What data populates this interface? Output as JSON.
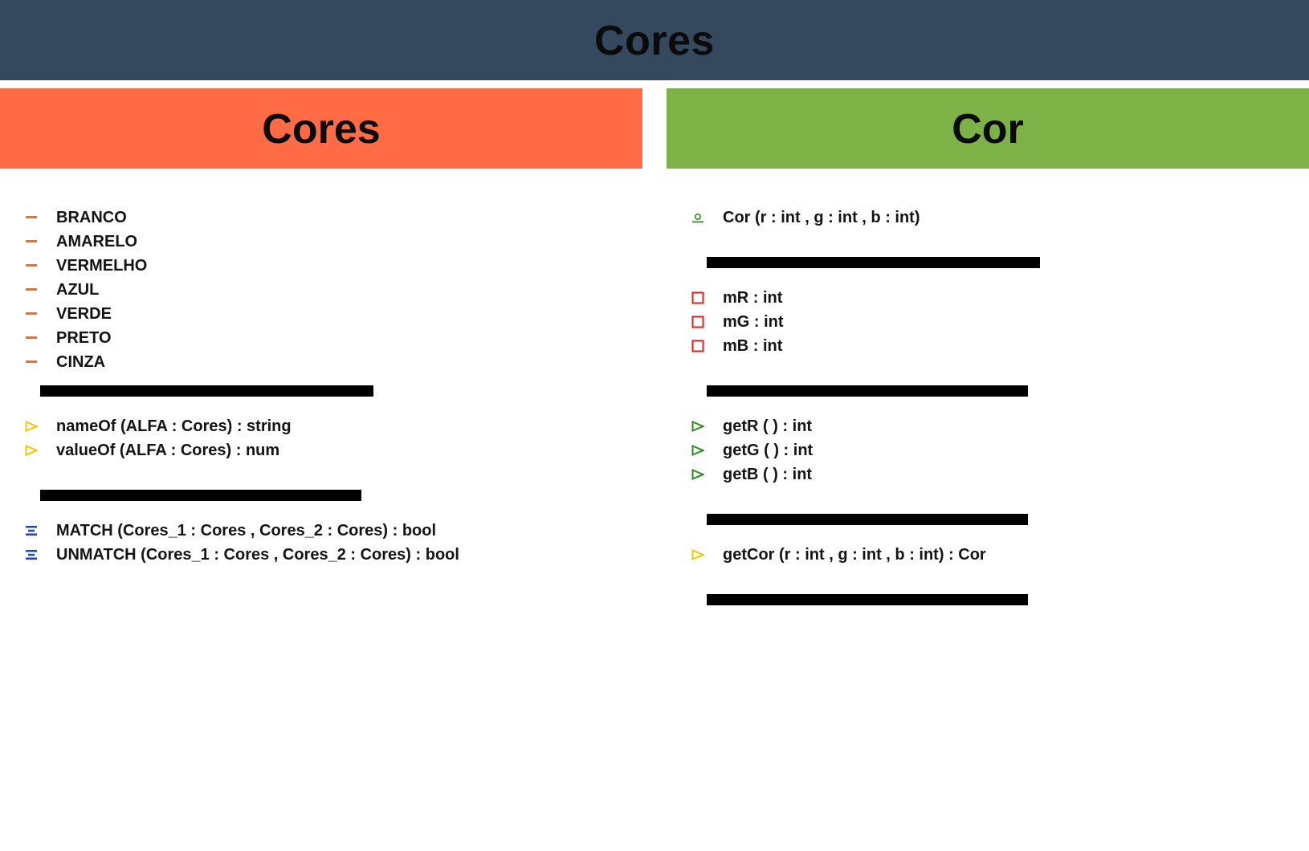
{
  "header": {
    "title": "Cores"
  },
  "left_panel": {
    "title": "Cores",
    "color": "#ff6b44",
    "constants": [
      {
        "label": "BRANCO",
        "icon": "minus-icon"
      },
      {
        "label": "AMARELO",
        "icon": "minus-icon"
      },
      {
        "label": "VERMELHO",
        "icon": "minus-icon"
      },
      {
        "label": "AZUL",
        "icon": "minus-icon"
      },
      {
        "label": "VERDE",
        "icon": "minus-icon"
      },
      {
        "label": "PRETO",
        "icon": "minus-icon"
      },
      {
        "label": "CINZA",
        "icon": "minus-icon"
      }
    ],
    "methods": [
      {
        "label": "nameOf (ALFA : Cores) : string",
        "icon": "yellow-triangle-icon"
      },
      {
        "label": "valueOf (ALFA : Cores) : num",
        "icon": "yellow-triangle-icon"
      }
    ],
    "operators": [
      {
        "label": "MATCH (Cores_1 : Cores , Cores_2 : Cores) : bool",
        "icon": "blue-operator-icon"
      },
      {
        "label": "UNMATCH (Cores_1 : Cores , Cores_2 : Cores) : bool",
        "icon": "blue-operator-icon"
      }
    ]
  },
  "right_panel": {
    "title": "Cor",
    "color": "#7db346",
    "constructor": {
      "label": "Cor (r : int , g : int , b : int)",
      "icon": "constructor-icon"
    },
    "fields": [
      {
        "label": "mR : int",
        "icon": "red-square-icon"
      },
      {
        "label": "mG : int",
        "icon": "red-square-icon"
      },
      {
        "label": "mB : int",
        "icon": "red-square-icon"
      }
    ],
    "getters": [
      {
        "label": "getR ( ) : int",
        "icon": "green-triangle-icon"
      },
      {
        "label": "getG ( ) : int",
        "icon": "green-triangle-icon"
      },
      {
        "label": "getB ( ) : int",
        "icon": "green-triangle-icon"
      }
    ],
    "static_methods": [
      {
        "label": "getCor (r : int , g : int , b : int) : Cor",
        "icon": "yellow-triangle-icon"
      }
    ]
  },
  "colors": {
    "topbar": "#34495e",
    "minus": "#ff6a1a",
    "yellow_triangle": "#f5c400",
    "green_triangle": "#2f8a1f",
    "red_square": "#e0201b",
    "blue_operator": "#1f3fd6",
    "separator": "#000000"
  }
}
